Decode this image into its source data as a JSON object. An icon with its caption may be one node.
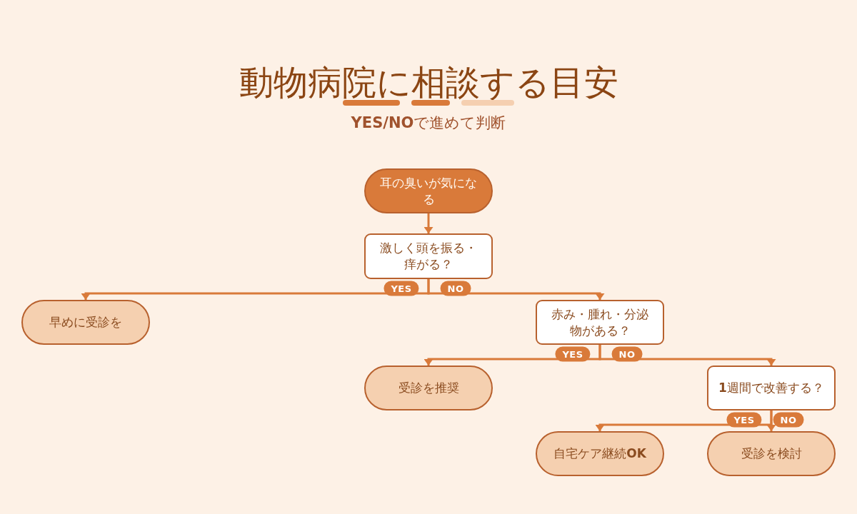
{
  "diagram": {
    "title": "動物病院に相談する目安",
    "nodes": [
      {
        "text": [
          "耳の臭いが気になる"
        ]
      },
      {
        "text": [
          "激しく頭を振る・痒がる？"
        ]
      },
      {
        "text": [
          "早めに受診を"
        ]
      },
      {
        "text": [
          "赤み・腫れ・分泌物がある？"
        ]
      },
      {
        "text": [
          "受診を推奨"
        ]
      },
      {
        "text": [
          "**1**週間で改善する？"
        ]
      },
      {
        "text": [
          "自宅ケア継続**OK**"
        ]
      },
      {
        "text": [
          "受診を検討"
        ]
      }
    ],
    "edges": [
      {
        "from": 0,
        "to": 1,
        "arrow": "to"
      },
      {
        "from": 1,
        "to": 2,
        "arrow": "to",
        "label": "YES"
      },
      {
        "from": 1,
        "to": 3,
        "arrow": "to",
        "label": "NO"
      },
      {
        "from": 3,
        "to": 4,
        "arrow": "to",
        "label": "YES"
      },
      {
        "from": 3,
        "to": 5,
        "arrow": "to",
        "label": "NO"
      },
      {
        "from": 5,
        "to": 6,
        "arrow": "to",
        "label": "YES"
      },
      {
        "from": 5,
        "to": 7,
        "arrow": "to",
        "label": "NO"
      }
    ],
    "labels": [
      "**YES/NO**で進めて判断"
    ]
  }
}
